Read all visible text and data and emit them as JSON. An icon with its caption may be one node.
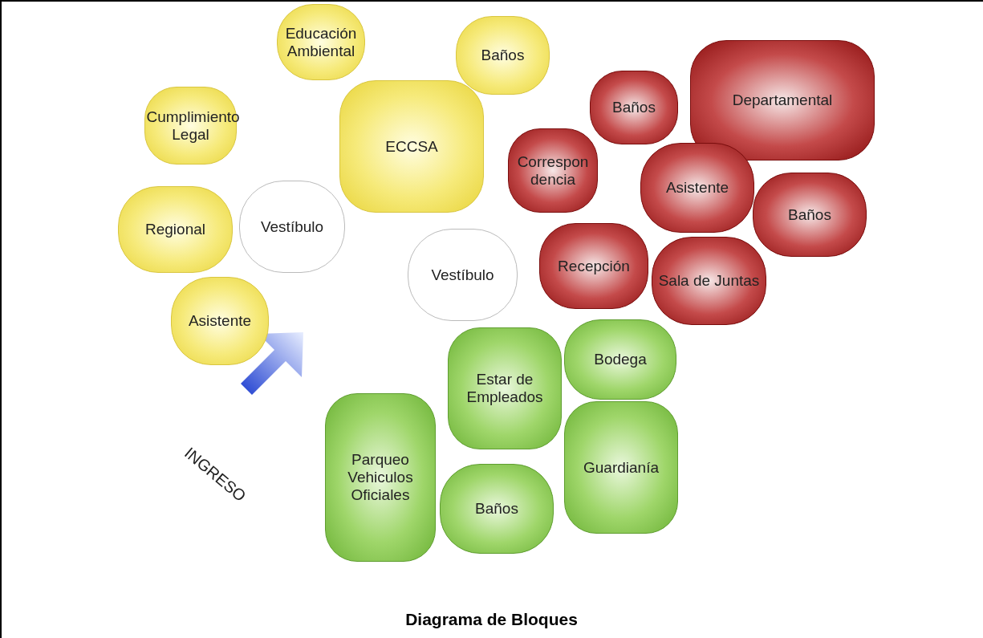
{
  "diagram": {
    "caption": "Diagrama de Bloques",
    "nodes": [
      {
        "text": [
          "Educación Ambiental"
        ]
      },
      {
        "text": [
          "Baños"
        ]
      },
      {
        "text": [
          "Cumplimiento Legal"
        ]
      },
      {
        "text": [
          "ECCSA"
        ]
      },
      {
        "text": [
          "Baños"
        ]
      },
      {
        "text": [
          "Departamental"
        ]
      },
      {
        "text": [
          "Correspondencia"
        ]
      },
      {
        "text": [
          "Asistente"
        ]
      },
      {
        "text": [
          "Baños"
        ]
      },
      {
        "text": [
          "Regional"
        ]
      },
      {
        "text": [
          "Vestíbulo"
        ]
      },
      {
        "text": [
          "Vestíbulo"
        ]
      },
      {
        "text": [
          "Recepción"
        ]
      },
      {
        "text": [
          "Sala de Juntas"
        ]
      },
      {
        "text": [
          "Asistente"
        ]
      },
      {
        "text": [
          "Estar de Empleados"
        ]
      },
      {
        "text": [
          "Bodega"
        ]
      },
      {
        "text": [
          "Parqueo Vehiculos Oficiales"
        ]
      },
      {
        "text": [
          "Guardianía"
        ]
      },
      {
        "text": [
          "Baños"
        ]
      }
    ],
    "labels": [
      "INGRESO"
    ]
  }
}
